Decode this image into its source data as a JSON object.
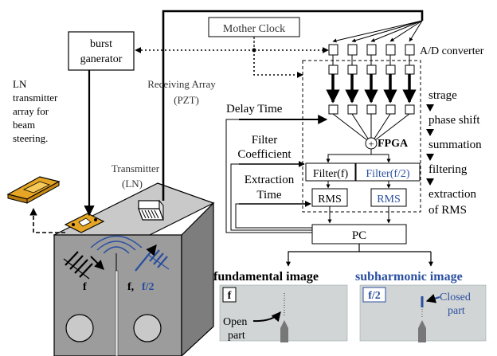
{
  "labels": {
    "burst_generator_line1": "burst",
    "burst_generator_line2": "ganerator",
    "mother_clock": "Mother Clock",
    "ad_converter": "A/D converter",
    "receiving_array_line1": "Receiving Array",
    "receiving_array_line2": "(PZT)",
    "ln_array_line1": "LN",
    "ln_array_line2": "transmitter",
    "ln_array_line3": "array for",
    "ln_array_line4": "beam",
    "ln_array_line5": "steering.",
    "transmitter_line1": "Transmitter",
    "transmitter_line2": "(LN)",
    "delay_time": "Delay Time",
    "fpga": "FPGA",
    "filter_coeff_line1": "Filter",
    "filter_coeff_line2": "Coefficient",
    "extraction_time_line1": "Extraction",
    "extraction_time_line2": "Time",
    "filter_f": "Filter(f)",
    "filter_f2": "Filter(f/2)",
    "rms_left": "RMS",
    "rms_right": "RMS",
    "pc": "PC",
    "summation_symbol": "+",
    "freq_f": "f",
    "freq_f_comma": "f,",
    "freq_f2": "f/2"
  },
  "process_steps": [
    "strage",
    "phase shift",
    "summation",
    "filtering",
    "extraction",
    "of RMS"
  ],
  "images": {
    "fundamental_title": "fundamental image",
    "fundamental_tag": "f",
    "open_part_line1": "Open",
    "open_part_line2": "part",
    "subharmonic_title": "subharmonic image",
    "subharmonic_tag": "f/2",
    "closed_part_line1": "Closed",
    "closed_part_line2": "part"
  },
  "colors": {
    "accent_blue": "#2a4fa0",
    "panel_gray": "#d2d5d5",
    "cube_front": "#9c9c9c",
    "cube_top": "#c9c9c9",
    "cube_side": "#7d7d7d",
    "transducer_gold": "#e6a524"
  }
}
